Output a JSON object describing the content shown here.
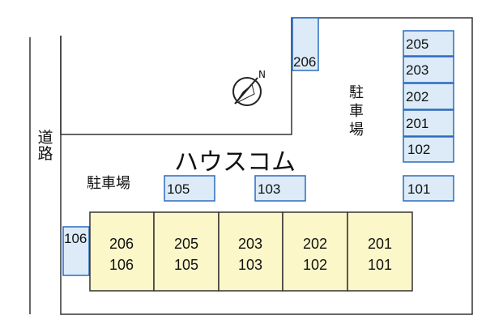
{
  "road_label": [
    "道",
    "路"
  ],
  "parking_label_left": "駐車場",
  "parking_label_right": [
    "駐",
    "車",
    "場"
  ],
  "north_label": "N",
  "watermark": "ハウスコム",
  "colors": {
    "ground": "#ffffff",
    "outline": "#333333",
    "space_fill": "#dcebf7",
    "space_border": "#2c6bbf",
    "unit_fill": "#fbf7c9",
    "unit_border": "#333333"
  },
  "parking_spaces": [
    {
      "id": "206"
    },
    {
      "id": "205"
    },
    {
      "id": "203"
    },
    {
      "id": "202"
    },
    {
      "id": "201"
    },
    {
      "id": "102"
    },
    {
      "id": "101"
    },
    {
      "id": "105"
    },
    {
      "id": "103"
    },
    {
      "id": "106"
    }
  ],
  "units": [
    {
      "upper": "206",
      "lower": "106"
    },
    {
      "upper": "205",
      "lower": "105"
    },
    {
      "upper": "203",
      "lower": "103"
    },
    {
      "upper": "202",
      "lower": "102"
    },
    {
      "upper": "201",
      "lower": "101"
    }
  ]
}
